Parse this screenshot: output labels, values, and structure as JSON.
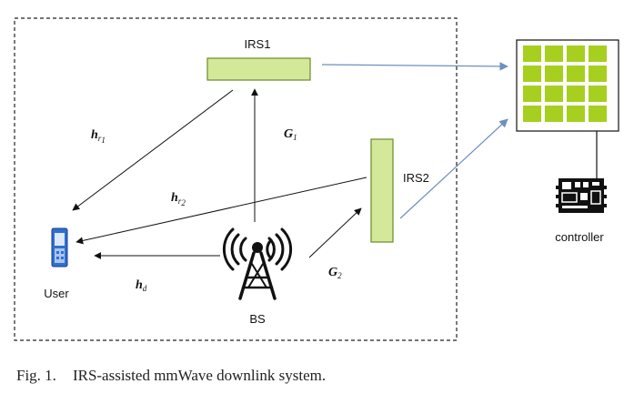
{
  "nodes": {
    "irs1": "IRS1",
    "irs2": "IRS2",
    "user": "User",
    "bs": "BS",
    "controller": "controller"
  },
  "channels": {
    "hr1": {
      "main": "h",
      "sub": "r",
      "subsub": "1"
    },
    "hr2": {
      "main": "h",
      "sub": "r",
      "subsub": "2"
    },
    "hd": {
      "main": "h",
      "sub": "d"
    },
    "g1": {
      "main": "G",
      "sub": "1"
    },
    "g2": {
      "main": "G",
      "sub": "2"
    }
  },
  "caption": {
    "number": "Fig. 1.",
    "text": "IRS-assisted mmWave downlink system."
  },
  "colors": {
    "irs_fill": "#d4e89a",
    "irs_stroke": "#6b8a2a",
    "controller_fill": "#a6cf1f",
    "blue_arrow": "#6e8fbf",
    "phone_blue": "#2f6fd1"
  }
}
